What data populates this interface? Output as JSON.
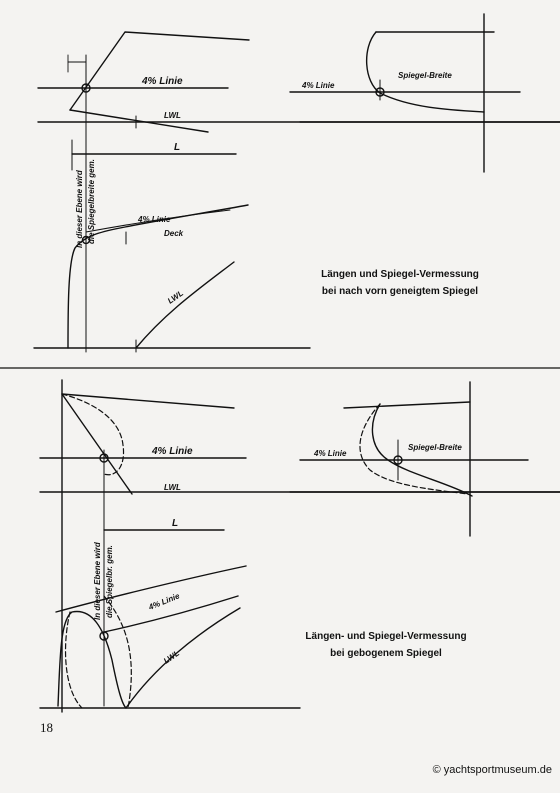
{
  "page_number": "18",
  "watermark": "© yachtsportmuseum.de",
  "diagram_top": {
    "caption_line1": "Längen und Spiegel-Vermessung",
    "caption_line2": "bei nach vorn geneigtem Spiegel",
    "label_linie_4pct_side": "4% Linie",
    "label_lwl_side": "LWL",
    "label_l": "L",
    "label_linie_4pct_stern": "4% Linie",
    "label_spiegel_breite": "Spiegel-Breite",
    "label_plane_line1": "In dieser Ebene wird",
    "label_plane_line2": "die Spiegelbreite gem.",
    "label_linie_4pct_plan": "4% Linie",
    "label_deck": "Deck",
    "label_lwl_plan": "LWL"
  },
  "diagram_bottom": {
    "caption_line1": "Längen- und Spiegel-Vermessung",
    "caption_line2": "bei gebogenem Spiegel",
    "label_linie_4pct_side": "4% Linie",
    "label_lwl_side": "LWL",
    "label_l": "L",
    "label_linie_4pct_stern": "4% Linie",
    "label_spiegel_breite": "Spiegel-Breite",
    "label_plane_line1": "In dieser Ebene wird",
    "label_plane_line2": "die Spiegelbr. gem.",
    "label_linie_4pct_plan": "4% Linie",
    "label_lwl_plan": "LWL"
  }
}
